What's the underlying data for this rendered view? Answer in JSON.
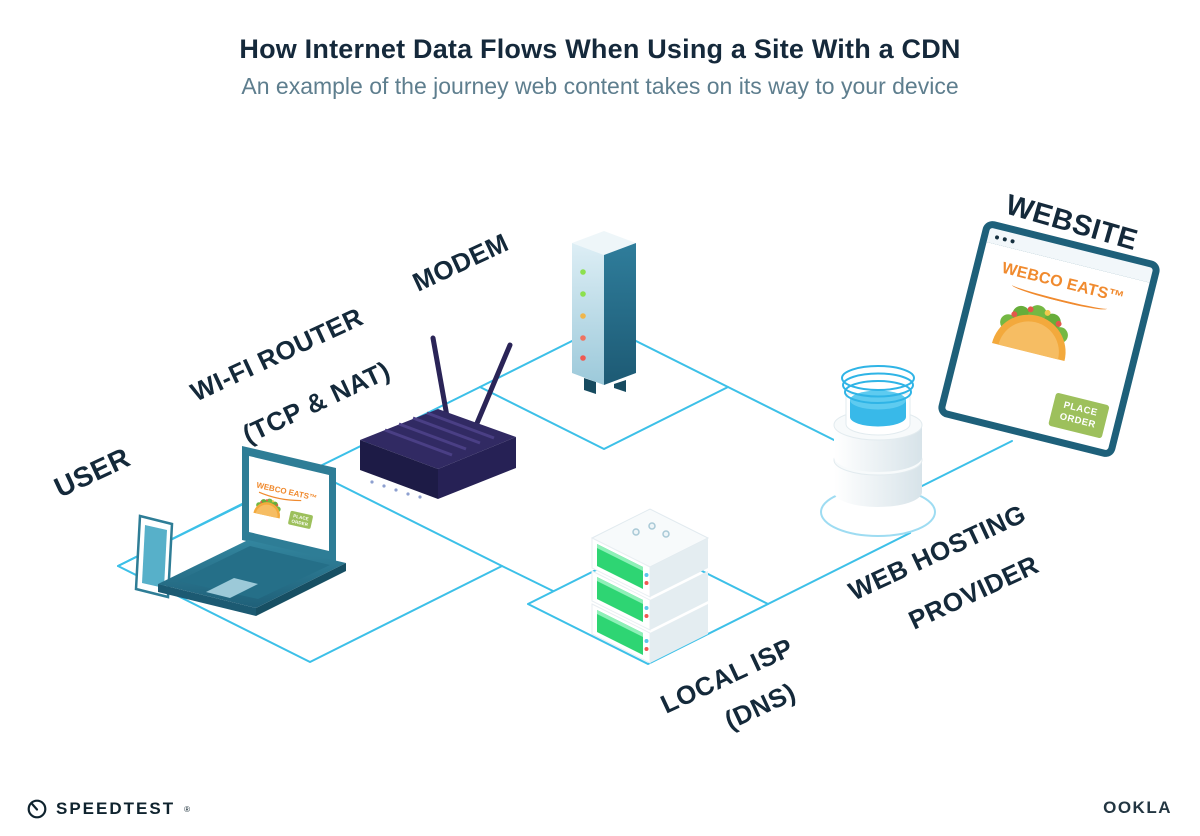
{
  "header": {
    "title": "How Internet Data Flows When Using a Site With a CDN",
    "subtitle": "An example of the journey web content takes on its way to your device"
  },
  "diagram": {
    "labels": {
      "user": "USER",
      "router_line1": "WI-FI ROUTER",
      "router_line2": "(TCP & NAT)",
      "modem": "MODEM",
      "isp_line1": "LOCAL ISP",
      "isp_line2": "(DNS)",
      "hosting_line1": "WEB HOSTING",
      "hosting_line2": "PROVIDER",
      "website": "WEBSITE"
    },
    "website_page": {
      "brand": "WEBCO EATS™",
      "order_button_line1": "PLACE",
      "order_button_line2": "ORDER"
    },
    "laptop_page": {
      "brand": "WEBCO EATS™",
      "order_button_line1": "PLACE",
      "order_button_line2": "ORDER"
    },
    "colors": {
      "connection_line": "#3cc0e8",
      "label_ink": "#14293a",
      "subtitle_ink": "#5e7e8e",
      "brand_orange": "#f08a2e",
      "order_button_green": "#9dc05c",
      "server_panel_green": "#2ed573",
      "water_blue": "#38b9e9",
      "device_teal": "#2e7d96"
    }
  },
  "footer": {
    "speedtest_label": "SPEEDTEST",
    "speedtest_mark": "®",
    "ookla_label": "OOKLA"
  }
}
